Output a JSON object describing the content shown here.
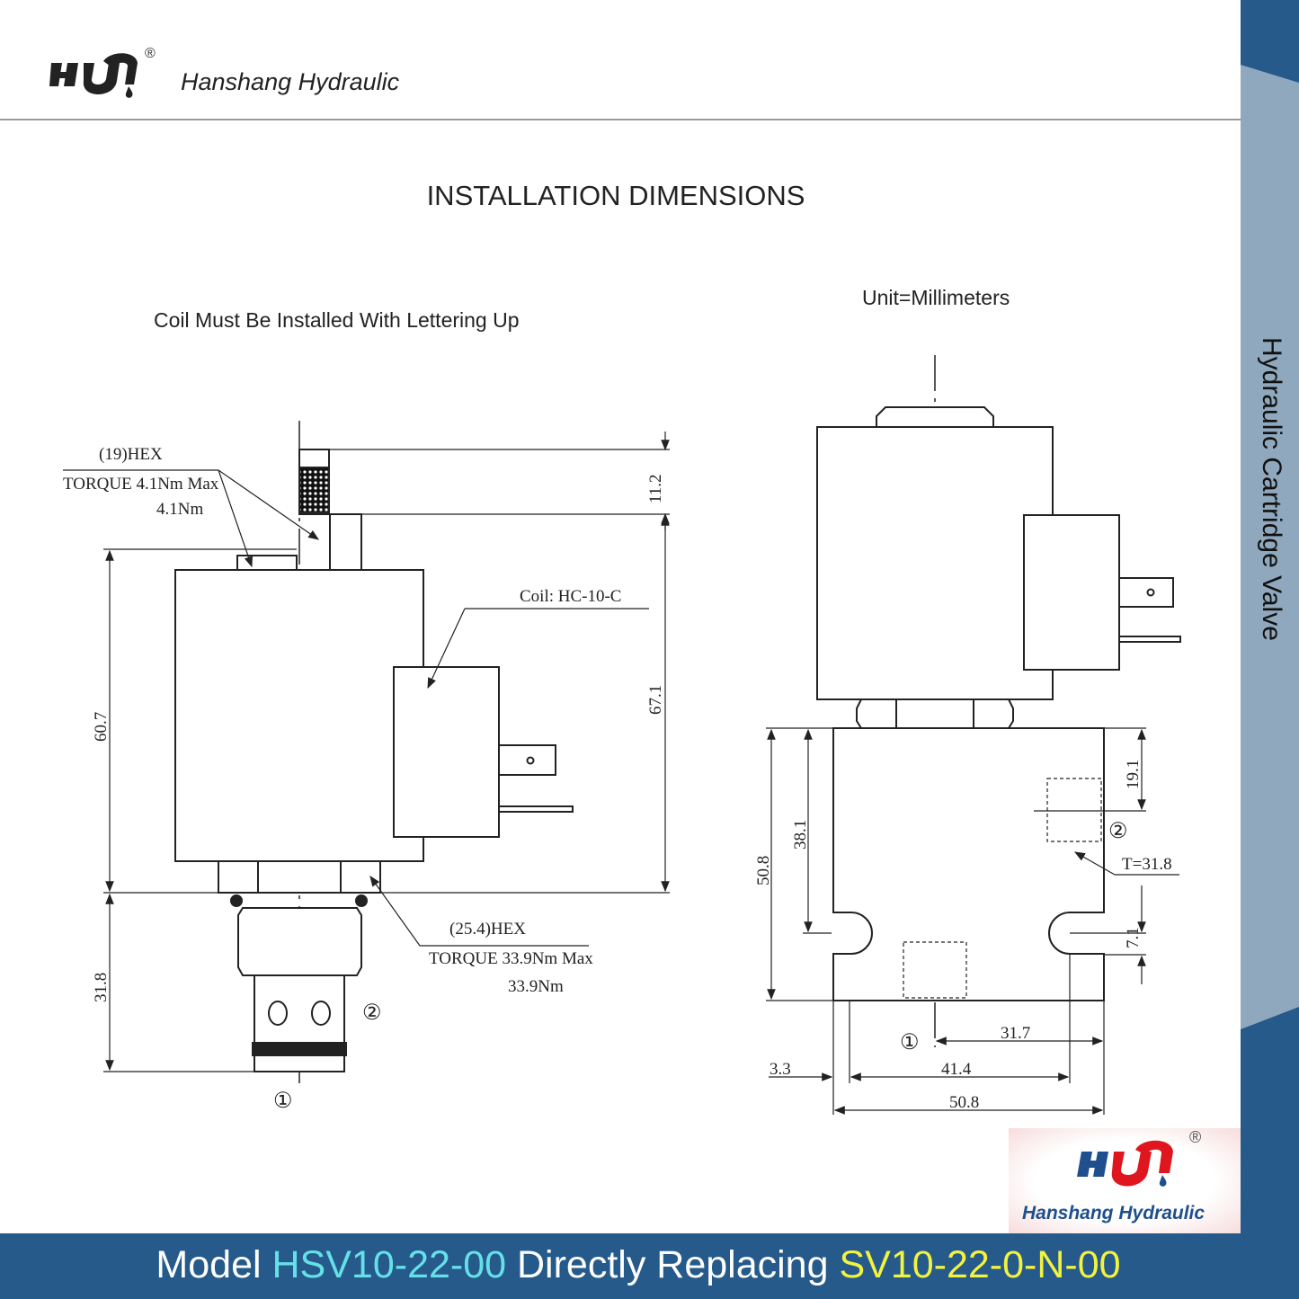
{
  "header": {
    "brand_name": "Hanshang Hydraulic",
    "logo_text": "HUI",
    "registered": "®"
  },
  "title": "INSTALLATION DIMENSIONS",
  "notes": {
    "coil": "Coil Must Be Installed With Lettering Up",
    "unit": "Unit=Millimeters"
  },
  "sidebar": {
    "text": "Hydraulic Cartridge Valve"
  },
  "left_view": {
    "hex_top": "(19)HEX",
    "torque_top": "TORQUE 4.1Nm Max",
    "torque_top_value": "4.1Nm",
    "coil_label": "Coil: HC-10-C",
    "hex_bottom": "(25.4)HEX",
    "torque_bottom": "TORQUE 33.9Nm Max",
    "torque_bottom_value": "33.9Nm",
    "dims": {
      "d1": "11.2",
      "d2": "67.1",
      "d3": "60.7",
      "d4": "31.8"
    },
    "port1": "①",
    "port2": "②"
  },
  "right_view": {
    "dims": {
      "d1": "50.8",
      "d2": "38.1",
      "d3": "19.1",
      "d4": "7.1",
      "t": "T=31.8",
      "b1": "31.7",
      "b2": "41.4",
      "b3": "50.8",
      "b4": "3.3"
    },
    "port1": "①",
    "port2": "②"
  },
  "brand_badge": {
    "name": "Hanshang Hydraulic",
    "logo_text": "HUI",
    "registered": "®"
  },
  "banner": {
    "model_label": "Model ",
    "model": "HSV10-22-00",
    "replacing_label": " Directly Replacing ",
    "replaces": "SV10-22-0-N-00"
  },
  "colors": {
    "banner": "#255a8b",
    "model": "#66e0e8",
    "replaces": "#f2f240",
    "sidebar_light": "#8fa8bd",
    "logo_red": "#e0161e",
    "logo_blue": "#1f4f8c"
  }
}
